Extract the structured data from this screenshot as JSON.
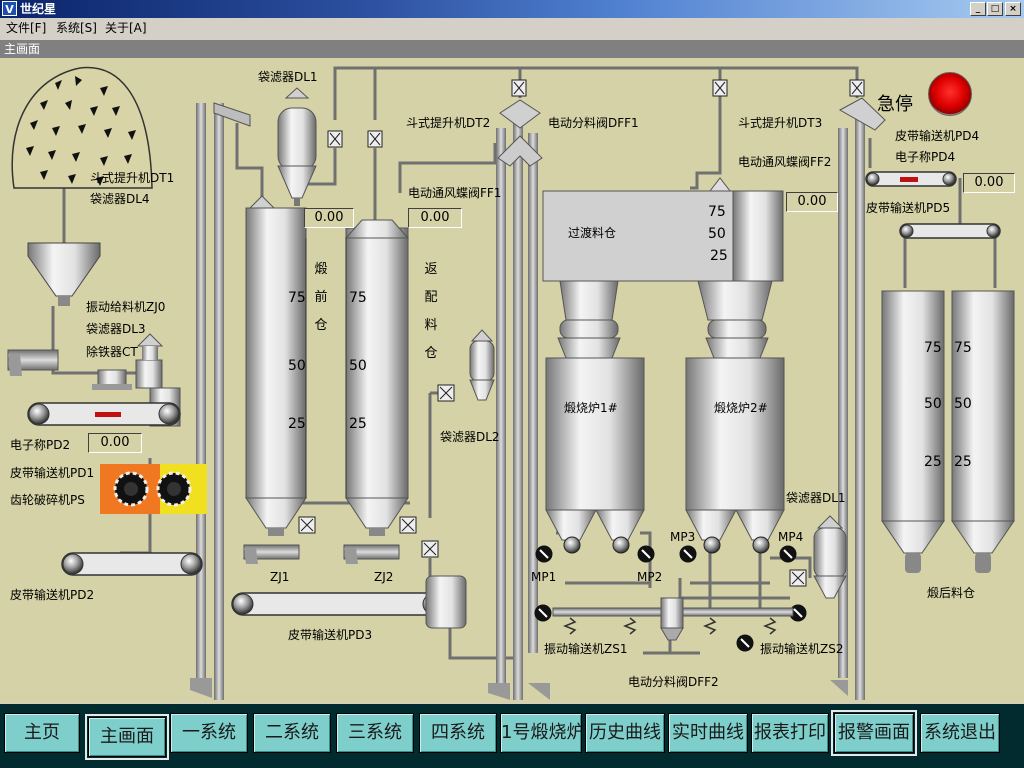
{
  "window": {
    "title": "世纪星",
    "min": "_",
    "max": "□",
    "close": "×"
  },
  "menubar": {
    "file": "文件[F]",
    "system": "系统[S]",
    "about": "关于[A]"
  },
  "panel": {
    "title": "主画面"
  },
  "labels": {
    "bucket_dt1": "斗式提升机DT1",
    "filter_dl4": "袋滤器DL4",
    "filter_dl1_top": "袋滤器DL1",
    "bucket_dt2": "斗式提升机DT2",
    "valve_dff1": "电动分料阀DFF1",
    "bucket_dt3": "斗式提升机DT3",
    "estop": "急停",
    "belt_pd4": "皮带输送机PD4",
    "scale_pd4": "电子称PD4",
    "belt_pd5": "皮带输送机PD5",
    "fan_ff1": "电动通风蝶阀FF1",
    "fan_ff2": "电动通风蝶阀FF2",
    "transit_bin": "过渡料仓",
    "vib_feeder": "振动给料机ZJ0",
    "filter_dl3": "袋滤器DL3",
    "iron_remover": "除铁器CT",
    "scale_pd2": "电子称PD2",
    "belt_pd1": "皮带输送机PD1",
    "crusher_ps": "齿轮破碎机PS",
    "belt_pd2": "皮带输送机PD2",
    "filter_dl2": "袋滤器DL2",
    "furnace1": "煅烧炉1#",
    "furnace2": "煅烧炉2#",
    "filter_dl1_right": "袋滤器DL1",
    "mp1": "MP1",
    "mp2": "MP2",
    "mp3": "MP3",
    "mp4": "MP4",
    "zj1": "ZJ1",
    "zj2": "ZJ2",
    "belt_pd3": "皮带输送机PD3",
    "vib_zs1": "振动输送机ZS1",
    "vib_zs2": "振动输送机ZS2",
    "valve_dff2": "电动分料阀DFF2",
    "after_bin": "煅后料仓"
  },
  "silo_pre": [
    "煅",
    "前",
    "仓"
  ],
  "silo_return": [
    "返",
    "配",
    "料",
    "仓"
  ],
  "values": {
    "dl1": "0.00",
    "ff1": "0.00",
    "ff2": "0.00",
    "pd4": "0.00",
    "pd2": "0.00"
  },
  "scales": {
    "high": "75",
    "mid": "50",
    "low": "25"
  },
  "nav": [
    "主页",
    "主画面",
    "一系统",
    "二系统",
    "三系统",
    "四系统",
    "1号煅烧炉",
    "历史曲线",
    "实时曲线",
    "报表打印",
    "报警画面",
    "系统退出"
  ],
  "colors": {
    "background": "#d4d2a6",
    "navbar": "#022b2f",
    "navbutton": "#7ecfcb",
    "estop": "#e00000",
    "indicator": "#c01010"
  },
  "icons": {
    "estop": "emergency-stop-button",
    "crusher": "gear-crusher-icon",
    "pump": "motor-icon",
    "valve": "valve-icon"
  }
}
